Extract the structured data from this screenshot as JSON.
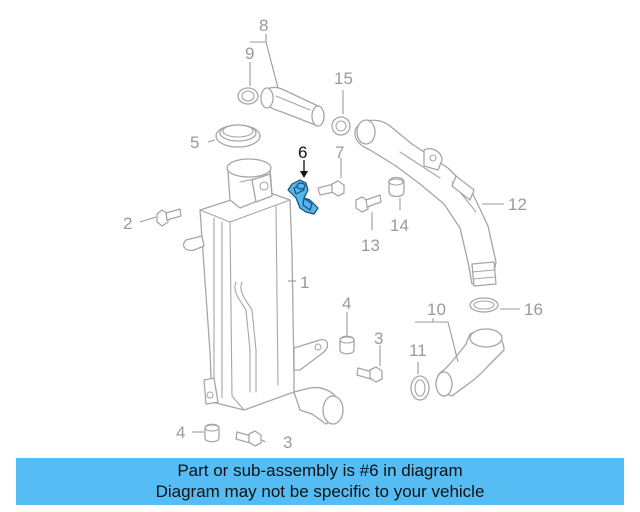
{
  "diagram": {
    "highlight_color": "#55b6ee",
    "highlighted_callout": "6",
    "callouts": [
      {
        "id": "c1",
        "text": "1"
      },
      {
        "id": "c2",
        "text": "2"
      },
      {
        "id": "c3a",
        "text": "3"
      },
      {
        "id": "c3b",
        "text": "3"
      },
      {
        "id": "c4a",
        "text": "4"
      },
      {
        "id": "c4b",
        "text": "4"
      },
      {
        "id": "c5",
        "text": "5"
      },
      {
        "id": "c6",
        "text": "6"
      },
      {
        "id": "c7",
        "text": "7"
      },
      {
        "id": "c8",
        "text": "8"
      },
      {
        "id": "c9",
        "text": "9"
      },
      {
        "id": "c10",
        "text": "10"
      },
      {
        "id": "c11",
        "text": "11"
      },
      {
        "id": "c12",
        "text": "12"
      },
      {
        "id": "c13",
        "text": "13"
      },
      {
        "id": "c14",
        "text": "14"
      },
      {
        "id": "c15",
        "text": "15"
      },
      {
        "id": "c16",
        "text": "16"
      }
    ]
  },
  "banner": {
    "color": "#55bdf3",
    "line1": "Part or sub-assembly is #6 in diagram",
    "line2": "Diagram may not be specific to your vehicle"
  }
}
